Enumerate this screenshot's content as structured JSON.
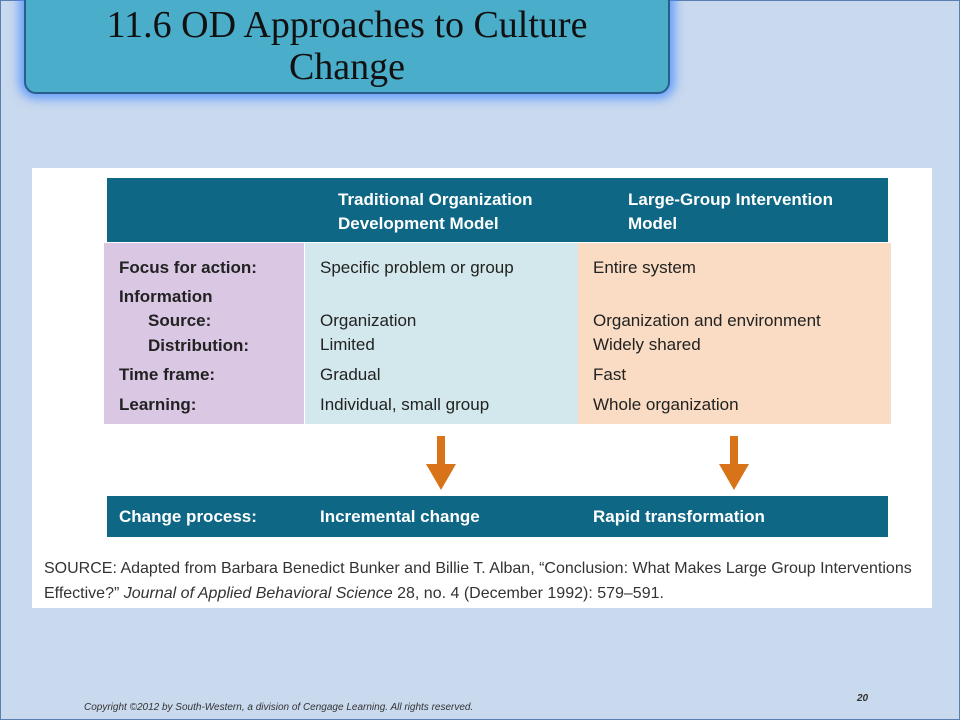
{
  "slide": {
    "title_line1": "11.6 OD Approaches to Culture",
    "title_line2": "Change"
  },
  "table": {
    "headers": {
      "traditional_line1": "Traditional Organization",
      "traditional_line2": "Development Model",
      "large_group_line1": "Large-Group Intervention",
      "large_group_line2": "Model"
    },
    "rows": [
      {
        "label": "Focus for action:",
        "traditional": "Specific problem or group",
        "large_group": "Entire system"
      },
      {
        "label": "Information",
        "traditional": "",
        "large_group": ""
      },
      {
        "label": "Source:",
        "traditional": "Organization",
        "large_group": "Organization and environment"
      },
      {
        "label": "Distribution:",
        "traditional": "Limited",
        "large_group": "Widely shared"
      },
      {
        "label": "Time frame:",
        "traditional": "Gradual",
        "large_group": "Fast"
      },
      {
        "label": "Learning:",
        "traditional": "Individual, small group",
        "large_group": "Whole organization"
      }
    ],
    "process": {
      "label": "Change process:",
      "traditional": "Incremental change",
      "large_group": "Rapid transformation"
    }
  },
  "source": {
    "prefix": "SOURCE: Adapted from Barbara Benedict Bunker and Billie T. Alban, “Conclusion: What Makes Large Group Interventions Effective?” ",
    "journal": "Journal of Applied Behavioral Science",
    "suffix": " 28, no. 4 (December 1992): 579–591."
  },
  "footer": {
    "copyright": "Copyright ©2012 by South-Western, a division of Cengage Learning. All rights reserved.",
    "page_number": "20"
  },
  "colors": {
    "header_band": "#0e6785",
    "label_column": "#d9c7e3",
    "traditional_column": "#d3e8ec",
    "large_group_column": "#f9dcc3",
    "arrow": "#d9731a",
    "title_box": "#4aaecb"
  }
}
